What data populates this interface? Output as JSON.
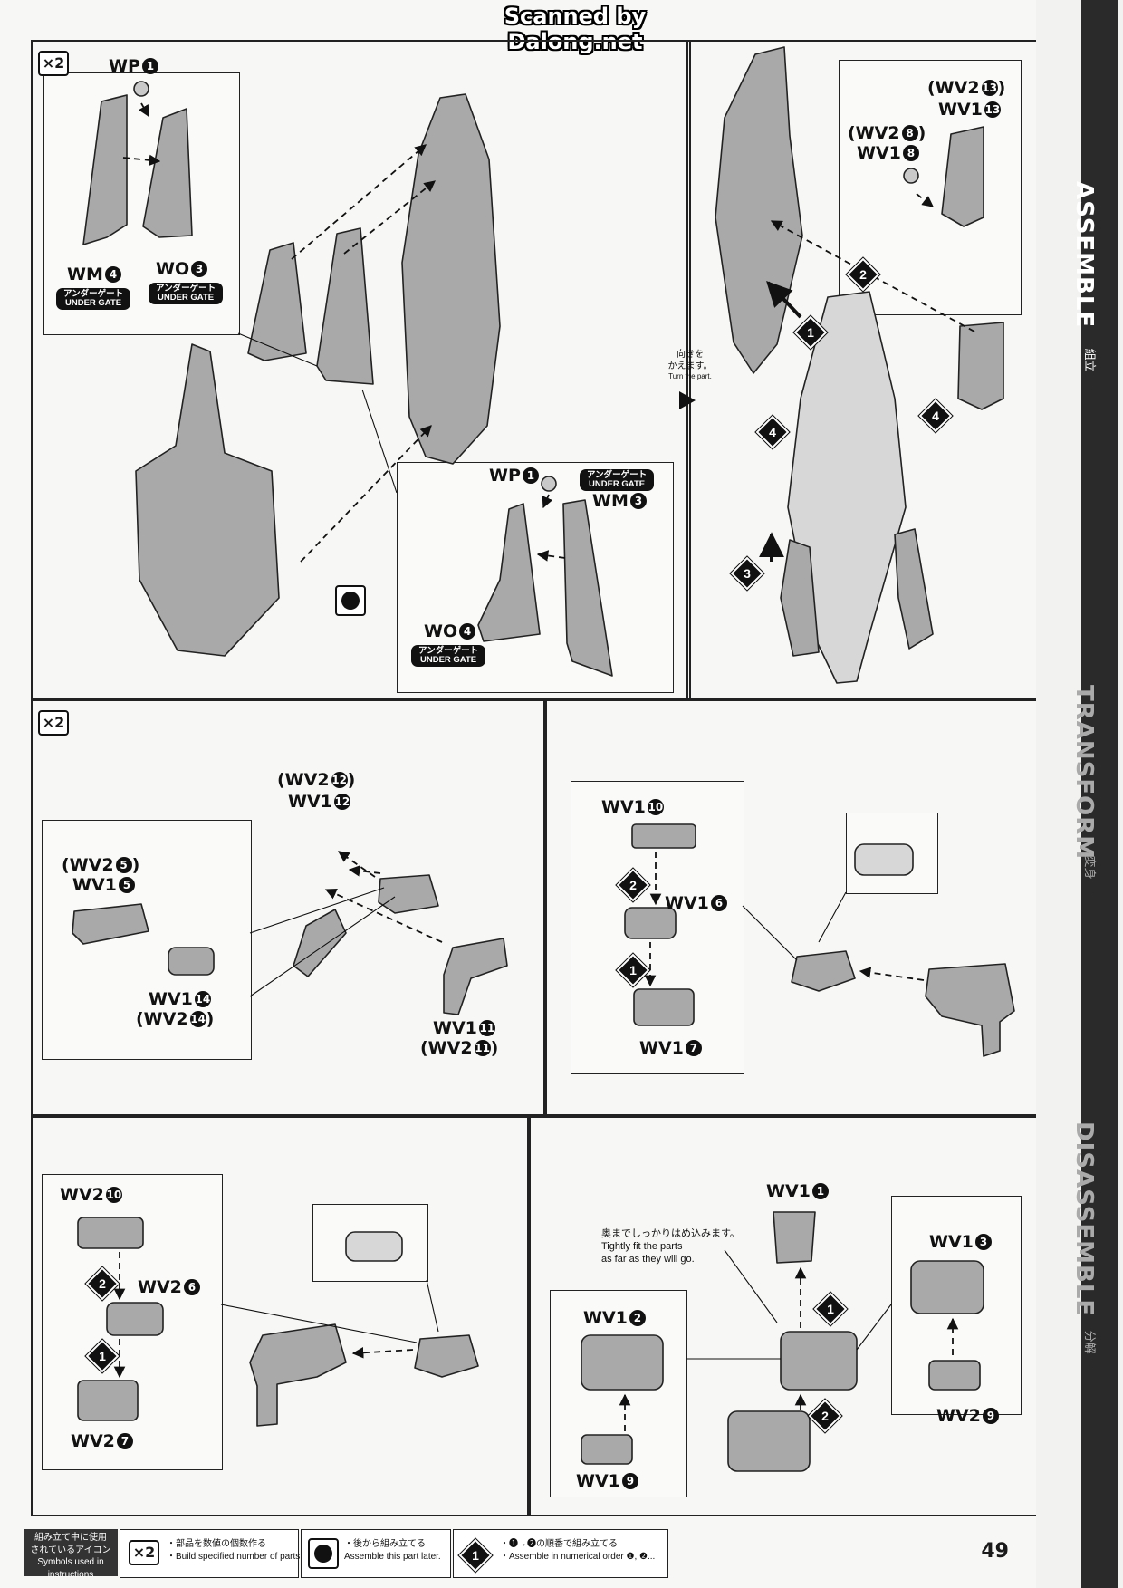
{
  "scan_credit": "Scanned by Dalong.net",
  "colors": {
    "ink": "#1a1a1a",
    "part_fill": "#a9a9a9",
    "part_light": "#d7d7d7",
    "sidebar_band": "#2a2a2a"
  },
  "multiplier": "×2",
  "gate": {
    "jp": "アンダーゲート",
    "en": "UNDER GATE"
  },
  "step1": {
    "inset_a": {
      "wp": "WP",
      "wp_n": "1",
      "wm": "WM",
      "wm_n": "4",
      "wo": "WO",
      "wo_n": "3"
    },
    "inset_b": {
      "wp": "WP",
      "wp_n": "1",
      "wm": "WM",
      "wm_n": "3",
      "wo": "WO",
      "wo_n": "4"
    },
    "later_icon": "assemble-later-icon"
  },
  "step2": {
    "turn_note_jp": "向きを\nかえます。",
    "turn_note_en": "Turn the part.",
    "labels": [
      {
        "a": "(WV2",
        "n": "13",
        "b": ")"
      },
      {
        "a": "WV1",
        "n": "13",
        "b": ""
      },
      {
        "a": "(WV2",
        "n": "8",
        "b": ")"
      },
      {
        "a": "WV1",
        "n": "8",
        "b": ""
      }
    ],
    "steps": [
      "1",
      "2",
      "3",
      "4",
      "4"
    ]
  },
  "step3": {
    "labels": [
      {
        "a": "(WV2",
        "n": "12",
        "b": ")"
      },
      {
        "a": "WV1",
        "n": "12",
        "b": ""
      },
      {
        "a": "(WV2",
        "n": "5",
        "b": ")"
      },
      {
        "a": "WV1",
        "n": "5",
        "b": ""
      },
      {
        "a": "WV1",
        "n": "14",
        "b": ""
      },
      {
        "a": "(WV2",
        "n": "14",
        "b": ")"
      },
      {
        "a": "WV1",
        "n": "11",
        "b": ""
      },
      {
        "a": "(WV2",
        "n": "11",
        "b": ")"
      }
    ]
  },
  "step4": {
    "labels": [
      {
        "a": "WV1",
        "n": "10"
      },
      {
        "a": "WV1",
        "n": "6"
      },
      {
        "a": "WV1",
        "n": "7"
      }
    ],
    "steps": [
      "2",
      "1"
    ]
  },
  "step5": {
    "labels": [
      {
        "a": "WV2",
        "n": "10"
      },
      {
        "a": "WV2",
        "n": "6"
      },
      {
        "a": "WV2",
        "n": "7"
      }
    ],
    "steps": [
      "2",
      "1"
    ]
  },
  "step6": {
    "note_jp": "奥までしっかりはめ込みます。",
    "note_en": "Tightly fit the parts\nas far as they will go.",
    "labels": [
      {
        "a": "WV1",
        "n": "1"
      },
      {
        "a": "WV1",
        "n": "3"
      },
      {
        "a": "WV1",
        "n": "2"
      },
      {
        "a": "WV2",
        "n": "9"
      },
      {
        "a": "WV1",
        "n": "9"
      }
    ],
    "steps": [
      "1",
      "2"
    ]
  },
  "sidebar": {
    "assemble": "ASSEMBLE",
    "assemble_jp": "— 組立 —",
    "transform": "TRANSFORM",
    "transform_jp": "— 変身 —",
    "disassemble": "DISASSEMBLE",
    "disassemble_jp": "— 分解 —"
  },
  "legend": {
    "head": "組み立て中に使用\nされているアイコン\nSymbols used in instructions",
    "x2_jp": "・部品を数値の個数作る",
    "x2_en": "・Build specified number of parts.",
    "later_jp": "・後から組み立てる",
    "later_en": "Assemble this part later.",
    "order_jp": "・❶→❷の順番で組み立てる",
    "order_en": "・Assemble in numerical order ❶, ❷..."
  },
  "page_number": "49"
}
